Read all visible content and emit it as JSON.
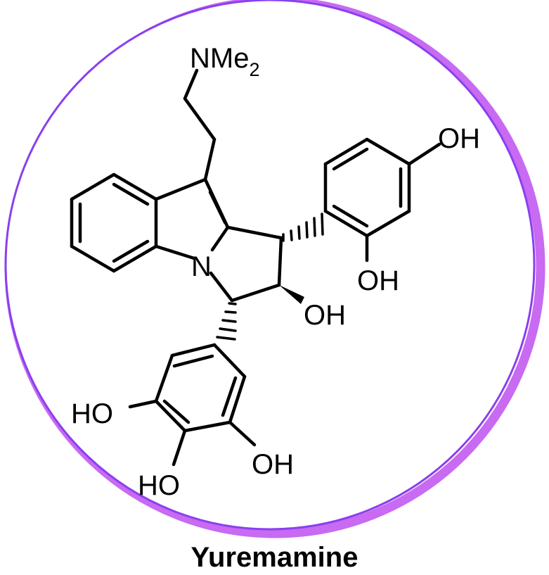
{
  "compound_name": "Yuremamine",
  "labels": {
    "amine": "NMe",
    "amine_sub": "2",
    "ring_n": "N",
    "oh_top_right": "OH",
    "oh_right_mid": "OH",
    "oh_center": "OH",
    "oh_left": "HO",
    "oh_bottom_left": "HO",
    "oh_bottom_right": "OH"
  },
  "colors": {
    "ring_outline": "#8a3ff0",
    "ring_shadow": "#c86af2",
    "ink": "#000000"
  }
}
